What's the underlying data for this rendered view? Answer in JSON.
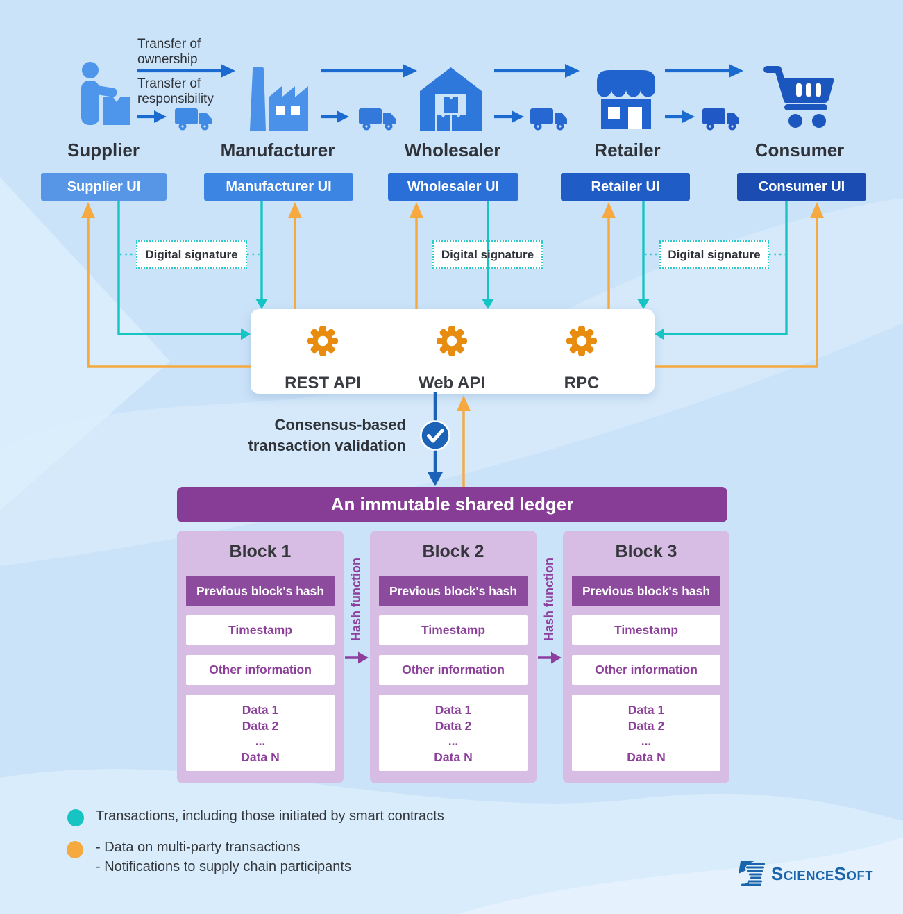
{
  "actors": [
    {
      "label": "Supplier",
      "ui_label": "Supplier UI",
      "ui_color": "#5796e7",
      "icon": "person-with-box-icon",
      "icon_color": "#4e96eb"
    },
    {
      "label": "Manufacturer",
      "ui_label": "Manufacturer UI",
      "ui_color": "#3d85e2",
      "icon": "factory-icon",
      "icon_color": "#4a92e9"
    },
    {
      "label": "Wholesaler",
      "ui_label": "Wholesaler UI",
      "ui_color": "#2a6fd8",
      "icon": "warehouse-icon",
      "icon_color": "#2e78dc"
    },
    {
      "label": "Retailer",
      "ui_label": "Retailer UI",
      "ui_color": "#1f5cc6",
      "icon": "storefront-icon",
      "icon_color": "#2063ce"
    },
    {
      "label": "Consumer",
      "ui_label": "Consumer UI",
      "ui_color": "#1a4cb2",
      "icon": "shopping-cart-icon",
      "icon_color": "#1b55be"
    }
  ],
  "transfer": {
    "ownership": "Transfer of\nownership",
    "responsibility": "Transfer of\nresponsibility"
  },
  "digital_signature": {
    "label": "Digital signature"
  },
  "api_gateway": {
    "items": [
      {
        "label": "REST API"
      },
      {
        "label": "Web API"
      },
      {
        "label": "RPC"
      }
    ]
  },
  "consensus": {
    "label": "Consensus-based\ntransaction validation"
  },
  "ledger": {
    "title": "An immutable shared ledger",
    "hash_function_label": "Hash function",
    "blocks": [
      {
        "title": "Block 1",
        "prev_hash": "Previous block's hash",
        "timestamp": "Timestamp",
        "other_info": "Other information",
        "data_lines": [
          "Data 1",
          "Data 2",
          "...",
          "Data N"
        ]
      },
      {
        "title": "Block 2",
        "prev_hash": "Previous block's hash",
        "timestamp": "Timestamp",
        "other_info": "Other information",
        "data_lines": [
          "Data 1",
          "Data 2",
          "...",
          "Data N"
        ]
      },
      {
        "title": "Block 3",
        "prev_hash": "Previous block's hash",
        "timestamp": "Timestamp",
        "other_info": "Other information",
        "data_lines": [
          "Data 1",
          "Data 2",
          "...",
          "Data N"
        ]
      }
    ]
  },
  "legend": {
    "transactions": "Transactions, including those initiated by smart contracts",
    "multi_party": "- Data on multi-party transactions\n- Notifications to supply chain participants"
  },
  "brand": {
    "p1": "S",
    "p2": "cience",
    "p3": "S",
    "p4": "oft"
  },
  "colors": {
    "background": "#cbe3f8",
    "accent_teal": "#17c4c4",
    "accent_orange": "#f6a93f",
    "flow_blue": "#1a6ad0",
    "consensus_blue": "#1c62b7",
    "gear_orange": "#e78c0f",
    "ledger_purple": "#873d96",
    "block_background": "#d7bce3",
    "hash_purple": "#8c4b9d",
    "brand_blue": "#1a64ab"
  }
}
